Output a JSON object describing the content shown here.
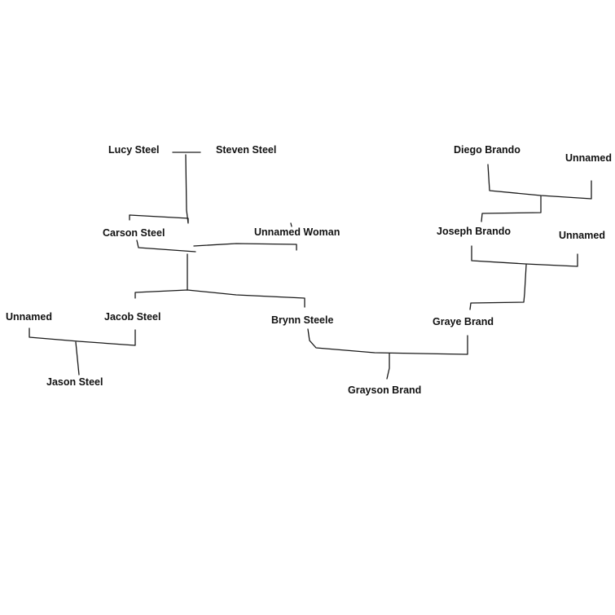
{
  "people": [
    {
      "id": "lucy-steel",
      "name": "Lucy Steel"
    },
    {
      "id": "steven-steel",
      "name": "Steven Steel"
    },
    {
      "id": "diego-brando",
      "name": "Diego Brando"
    },
    {
      "id": "unnamed-diego-partner",
      "name": "Unnamed"
    },
    {
      "id": "carson-steel",
      "name": "Carson Steel"
    },
    {
      "id": "unnamed-woman",
      "name": "Unnamed Woman"
    },
    {
      "id": "joseph-brando",
      "name": "Joseph Brando"
    },
    {
      "id": "unnamed-joseph-partner",
      "name": "Unnamed"
    },
    {
      "id": "unnamed-jacob-partner",
      "name": "Unnamed"
    },
    {
      "id": "jacob-steel",
      "name": "Jacob Steel"
    },
    {
      "id": "brynn-steele",
      "name": "Brynn Steele"
    },
    {
      "id": "graye-brand",
      "name": "Graye Brand"
    },
    {
      "id": "jason-steel",
      "name": "Jason Steel"
    },
    {
      "id": "grayson-brand",
      "name": "Grayson Brand"
    }
  ]
}
